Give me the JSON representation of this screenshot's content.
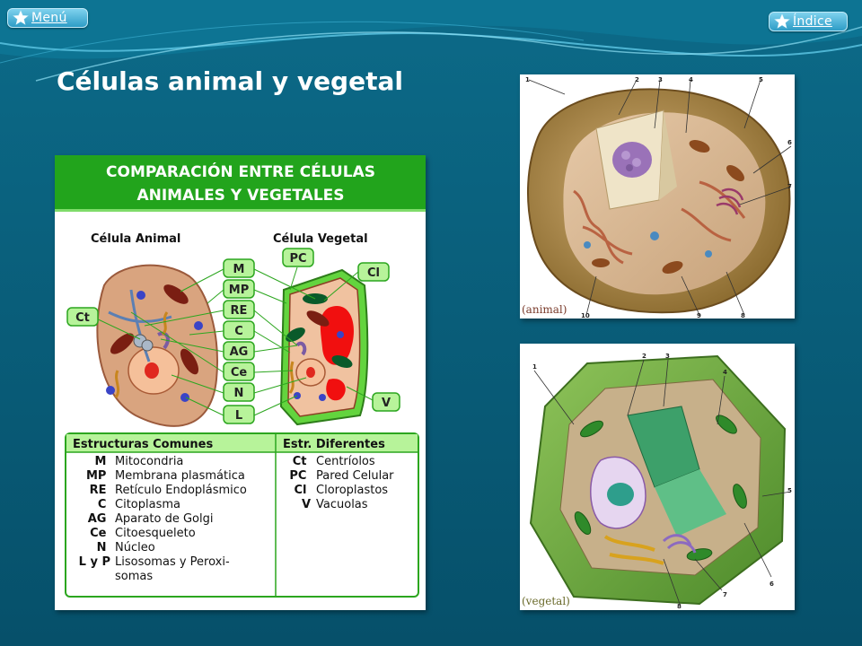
{
  "nav": {
    "menu_label": "Menú",
    "indice_label": "Índice"
  },
  "title": "Células animal y vegetal",
  "diagram": {
    "heading_line1": "COMPARACIÓN ENTRE CÉLULAS",
    "heading_line2": "ANIMALES Y VEGETALES",
    "animal_label": "Célula Animal",
    "vegetal_label": "Célula Vegetal",
    "center_tags": [
      "M",
      "MP",
      "RE",
      "C",
      "AG",
      "Ce",
      "N",
      "L"
    ],
    "side_tags": {
      "ct": "Ct",
      "pc": "PC",
      "cl": "Cl",
      "v": "V"
    },
    "table": {
      "common_header": "Estructuras Comunes",
      "diff_header": "Estr. Diferentes",
      "common": [
        {
          "abbr": "M",
          "name": "Mitocondria"
        },
        {
          "abbr": "MP",
          "name": "Membrana plasmática"
        },
        {
          "abbr": "RE",
          "name": "Retículo Endoplásmico"
        },
        {
          "abbr": "C",
          "name": "Citoplasma"
        },
        {
          "abbr": "AG",
          "name": "Aparato de Golgi"
        },
        {
          "abbr": "Ce",
          "name": "Citoesqueleto"
        },
        {
          "abbr": "N",
          "name": "Núcleo"
        },
        {
          "abbr": "L y P",
          "name": "Lisosomas y Peroxi-"
        },
        {
          "abbr": "",
          "name": "somas"
        }
      ],
      "different": [
        {
          "abbr": "Ct",
          "name": "Centríolos"
        },
        {
          "abbr": "PC",
          "name": "Pared Celular"
        },
        {
          "abbr": "Cl",
          "name": "Cloroplastos"
        },
        {
          "abbr": "V",
          "name": "Vacuolas"
        }
      ]
    }
  },
  "animal_photo": {
    "caption": "(animal)",
    "numbers": [
      "1",
      "2",
      "3",
      "4",
      "5",
      "6",
      "7",
      "8",
      "9",
      "10"
    ]
  },
  "vegetal_photo": {
    "caption": "(vegetal)",
    "numbers": [
      "1",
      "2",
      "3",
      "4",
      "5",
      "6",
      "7",
      "8"
    ]
  },
  "colors": {
    "background": "#0b5a72",
    "header_green": "#22a41c",
    "tag_green": "#b7f39a",
    "cell_tan": "#d9a47f",
    "plant_green": "#63d43e"
  }
}
